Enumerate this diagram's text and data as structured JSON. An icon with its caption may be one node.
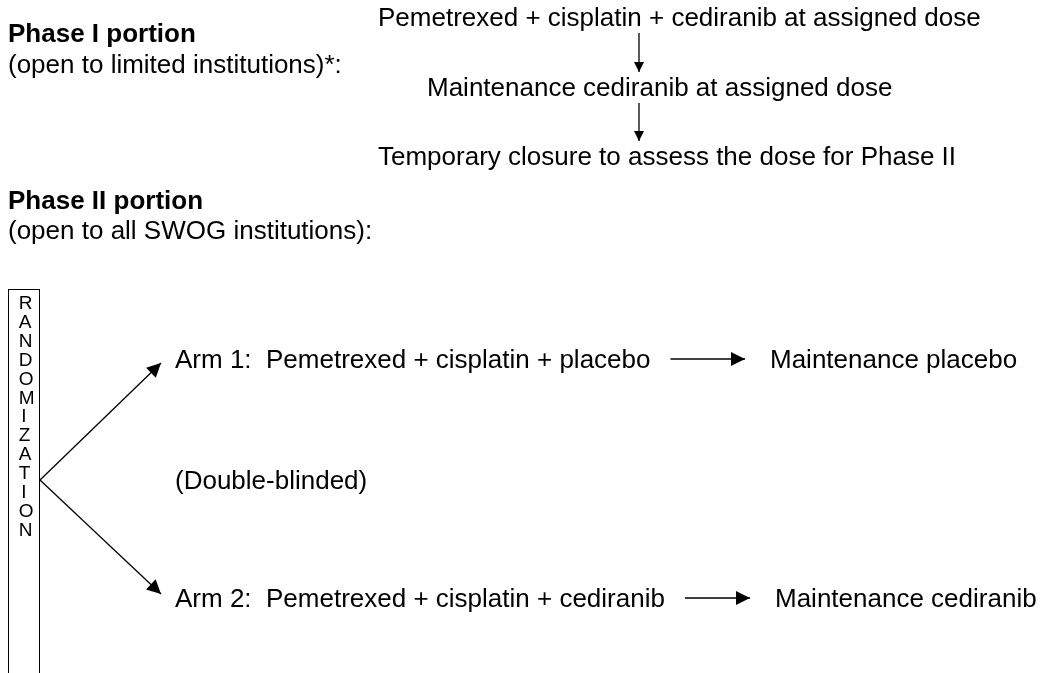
{
  "diagram": {
    "nodes": [
      {
        "text": [
          "Pemetrexed + cisplatin + cediranib at assigned dose"
        ]
      },
      {
        "text": [
          "Maintenance cediranib at assigned dose"
        ]
      },
      {
        "text": [
          "Temporary closure to assess the dose for Phase II"
        ]
      },
      {
        "text": [
          "RANDOMIZATION"
        ]
      },
      {
        "text": [
          "Arm 1:  Pemetrexed + cisplatin + placebo"
        ]
      },
      {
        "text": [
          "Maintenance placebo"
        ]
      },
      {
        "text": [
          "Arm 2:  Pemetrexed + cisplatin + cediranib"
        ]
      },
      {
        "text": [
          "Maintenance cediranib"
        ]
      }
    ],
    "edges": [
      {
        "from": 0,
        "to": 1,
        "arrow": "to"
      },
      {
        "from": 1,
        "to": 2,
        "arrow": "to"
      },
      {
        "from": 3,
        "to": 4,
        "arrow": "to"
      },
      {
        "from": 3,
        "to": 6,
        "arrow": "to"
      },
      {
        "from": 4,
        "to": 5,
        "arrow": "to"
      },
      {
        "from": 6,
        "to": 7,
        "arrow": "to"
      }
    ],
    "labels": [
      "Phase I portion",
      "(open to limited institutions)*:",
      "Phase II portion",
      "(open to all SWOG institutions):",
      "(Double-blinded)"
    ]
  }
}
